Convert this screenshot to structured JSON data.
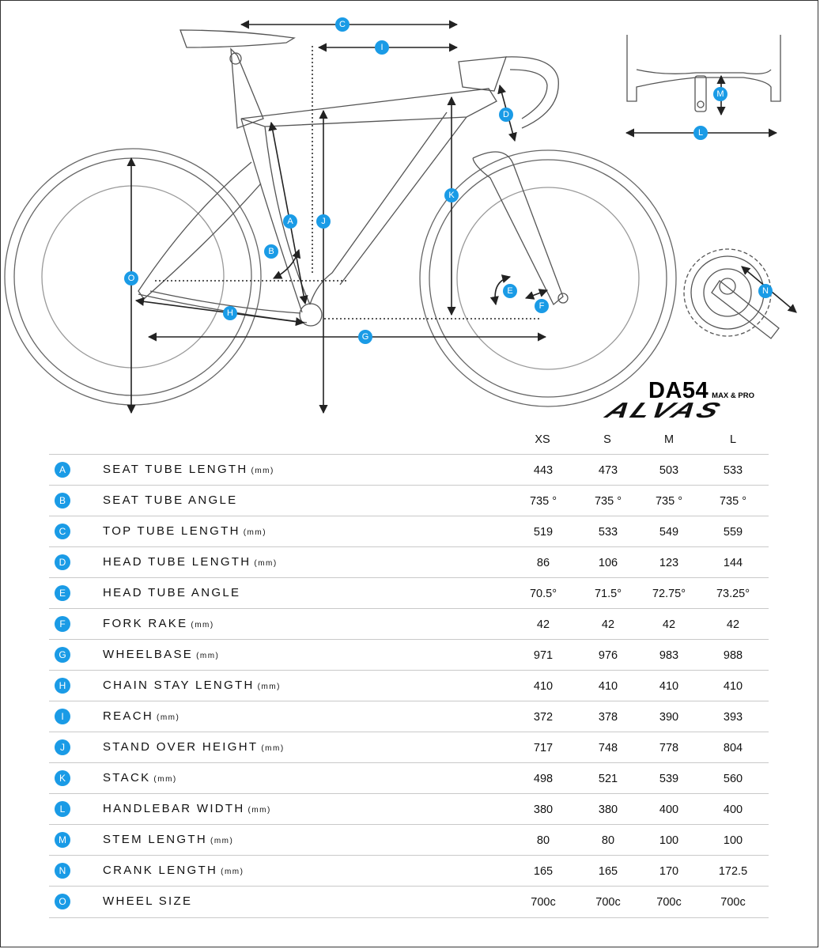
{
  "brand": {
    "model": "DA54",
    "variant": "MAX & PRO",
    "logo_text": "ALVAS"
  },
  "diagram_labels": [
    "A",
    "B",
    "C",
    "D",
    "E",
    "F",
    "G",
    "H",
    "I",
    "J",
    "K",
    "L",
    "M",
    "N",
    "O"
  ],
  "colors": {
    "badge": "#1a9be6",
    "line": "#222222",
    "outline": "#666666"
  },
  "table": {
    "sizes": [
      "XS",
      "S",
      "M",
      "L"
    ],
    "rows": [
      {
        "key": "A",
        "name": "SEAT TUBE LENGTH",
        "unit": "(mm)",
        "values": [
          "443",
          "473",
          "503",
          "533"
        ]
      },
      {
        "key": "B",
        "name": "SEAT TUBE ANGLE",
        "unit": "",
        "values": [
          "735 °",
          "735 °",
          "735 °",
          "735 °"
        ]
      },
      {
        "key": "C",
        "name": "TOP TUBE LENGTH",
        "unit": "(mm)",
        "values": [
          "519",
          "533",
          "549",
          "559"
        ]
      },
      {
        "key": "D",
        "name": "HEAD TUBE LENGTH",
        "unit": "(mm)",
        "values": [
          "86",
          "106",
          "123",
          "144"
        ]
      },
      {
        "key": "E",
        "name": "HEAD TUBE ANGLE",
        "unit": "",
        "values": [
          "70.5°",
          "71.5°",
          "72.75°",
          "73.25°"
        ]
      },
      {
        "key": "F",
        "name": "FORK RAKE",
        "unit": "(mm)",
        "values": [
          "42",
          "42",
          "42",
          "42"
        ]
      },
      {
        "key": "G",
        "name": "WHEELBASE",
        "unit": "(mm)",
        "values": [
          "971",
          "976",
          "983",
          "988"
        ]
      },
      {
        "key": "H",
        "name": "CHAIN STAY LENGTH",
        "unit": "(mm)",
        "values": [
          "410",
          "410",
          "410",
          "410"
        ]
      },
      {
        "key": "I",
        "name": "REACH",
        "unit": "(mm)",
        "values": [
          "372",
          "378",
          "390",
          "393"
        ]
      },
      {
        "key": "J",
        "name": "STAND OVER HEIGHT",
        "unit": "(mm)",
        "values": [
          "717",
          "748",
          "778",
          "804"
        ]
      },
      {
        "key": "K",
        "name": "STACK",
        "unit": "(mm)",
        "values": [
          "498",
          "521",
          "539",
          "560"
        ]
      },
      {
        "key": "L",
        "name": "HANDLEBAR WIDTH",
        "unit": "(mm)",
        "values": [
          "380",
          "380",
          "400",
          "400"
        ]
      },
      {
        "key": "M",
        "name": "STEM LENGTH",
        "unit": "(mm)",
        "values": [
          "80",
          "80",
          "100",
          "100"
        ]
      },
      {
        "key": "N",
        "name": "CRANK LENGTH",
        "unit": "(mm)",
        "values": [
          "165",
          "165",
          "170",
          "172.5"
        ]
      },
      {
        "key": "O",
        "name": "WHEEL SIZE",
        "unit": "",
        "values": [
          "700c",
          "700c",
          "700c",
          "700c"
        ]
      }
    ]
  }
}
